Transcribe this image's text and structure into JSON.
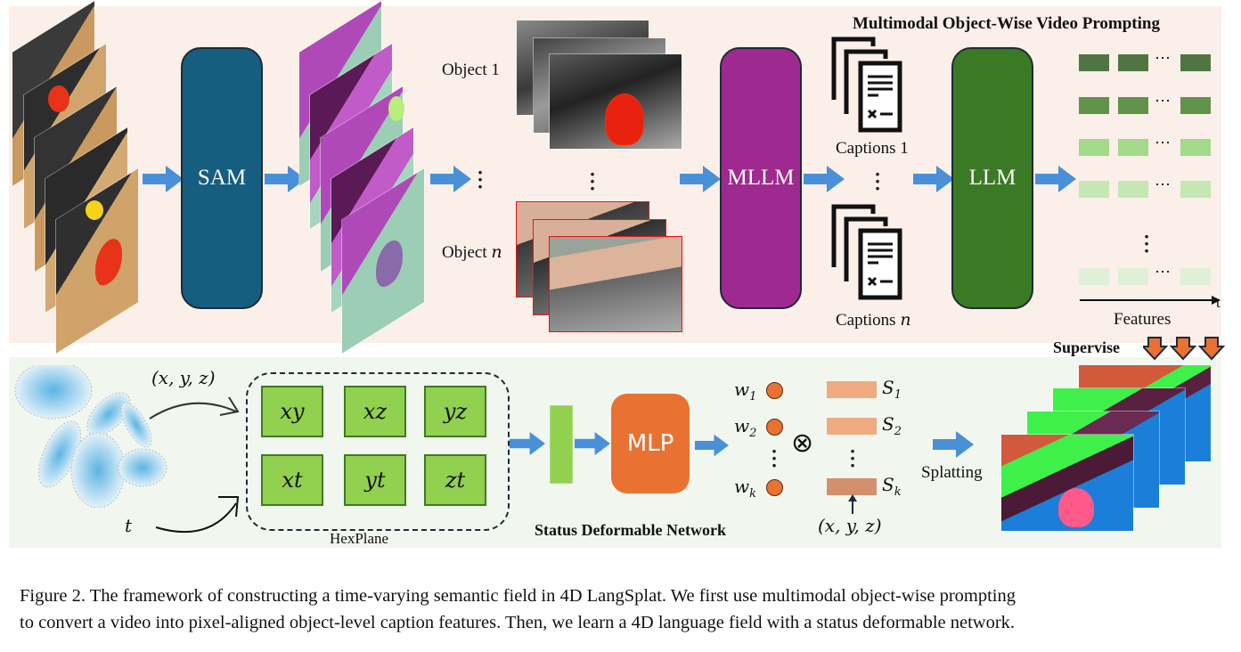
{
  "figure": {
    "top_section_title": "Multimodal Object-Wise Video Prompting",
    "bottom_section_title": "Status Deformable Network",
    "caption_line1": "Figure 2. The framework of constructing a time-varying semantic field in 4D LangSplat. We first use multimodal object-wise prompting",
    "caption_line2": "to convert a video into pixel-aligned object-level caption features. Then, we learn a 4D language field with a status deformable network."
  },
  "top": {
    "sam_label": "SAM",
    "mllm_label": "MLLM",
    "llm_label": "LLM",
    "object_1_label": "Object 1",
    "object_n_prefix": "Object ",
    "object_n_var": "n",
    "captions_1_label": "Captions 1",
    "captions_n_prefix": "Captions ",
    "captions_n_var": "n",
    "features_label": "Features",
    "time_axis_label": "t",
    "ellipsis": "⋯",
    "colors": {
      "sam": "#165e80",
      "mllm": "#9e2a91",
      "llm": "#3b7a25",
      "arrow": "#4a90d9",
      "feature_rows": [
        "#517542",
        "#62934a",
        "#a2d98a",
        "#c5e7b4",
        "#e0f0d7"
      ]
    }
  },
  "bottom": {
    "xyz_label": "(x, y, z)",
    "t_label": "t",
    "hexplane_label": "HexPlane",
    "hexplane_cells": [
      "xy",
      "xz",
      "yz",
      "xt",
      "yt",
      "zt"
    ],
    "mlp_label": "MLP",
    "weights": [
      {
        "base": "w",
        "sub": "1"
      },
      {
        "base": "w",
        "sub": "2"
      },
      {
        "base": "w",
        "sub": "k"
      }
    ],
    "states": [
      {
        "base": "S",
        "sub": "1"
      },
      {
        "base": "S",
        "sub": "2"
      },
      {
        "base": "S",
        "sub": "k"
      }
    ],
    "otimes": "⊗",
    "state_input_label": "(x, y, z)",
    "splatting_label": "Splatting",
    "supervise_label": "Supervise",
    "colors": {
      "hex_cell": "#92d050",
      "mlp": "#e97132",
      "weight_dot": "#e97132",
      "state_bar": "#f0aa80",
      "state_bar_k": "#d4906c",
      "supervise_arrow": "#e97132"
    }
  }
}
